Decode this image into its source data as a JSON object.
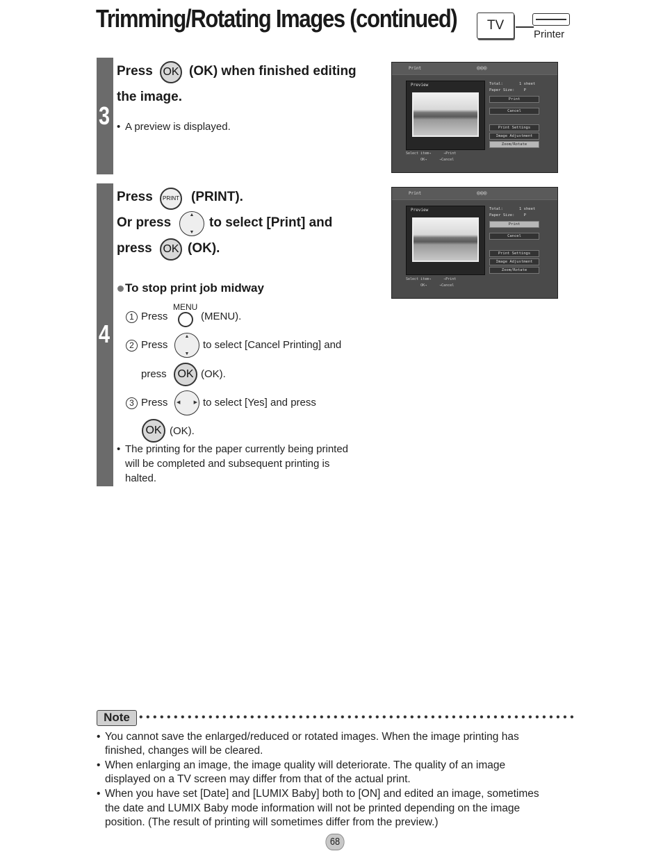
{
  "title": "Trimming/Rotating Images (continued)",
  "header_icons": {
    "tv_label": "TV",
    "printer_label": "Printer",
    "tv_icon": "tv-icon",
    "printer_icon": "printer-icon"
  },
  "step3": {
    "number": "3",
    "line1_press": "Press",
    "ok_button": "OK",
    "line1_rest": "(OK) when finished editing",
    "line2": "the image.",
    "bullet": "A preview is displayed."
  },
  "step4": {
    "number": "4",
    "line1_press": "Press",
    "print_button": "PRINT",
    "line1_rest": "(PRINT).",
    "line2_a": "Or press",
    "line2_b": "to select [Print] and",
    "line3_a": "press",
    "ok_button": "OK",
    "line3_b": "(OK).",
    "subhead": "To stop print job midway",
    "sub1_num": "1",
    "sub1_press": "Press",
    "menu_label": "MENU",
    "sub1_rest": "(MENU).",
    "sub2_num": "2",
    "sub2_press": "Press",
    "sub2_rest": "to select [Cancel Printing] and",
    "sub2_line2_a": "press",
    "sub2_line2_b": "(OK).",
    "sub3_num": "3",
    "sub3_press": "Press",
    "sub3_rest": "to select [Yes] and press",
    "sub3_line2": "(OK).",
    "bullet_l1": "The printing for the paper currently being printed",
    "bullet_l2": "will be completed and subsequent printing is",
    "bullet_l3": "halted."
  },
  "screens": [
    {
      "header": "Print",
      "preview_label": "Preview",
      "total": "Total:       1 sheet",
      "paper": "Paper Size:    P",
      "print": "Print",
      "cancel": "Cancel",
      "settings": "Print Settings",
      "adjust": "Image Adjustment",
      "zoom": "Zoom/Rotate",
      "selected": "zoom",
      "foot1": "Select item→      →Print",
      "foot2": "       OK→      →Cancel"
    },
    {
      "header": "Print",
      "preview_label": "Preview",
      "total": "Total:       1 sheet",
      "paper": "Paper Size:    P",
      "print": "Print",
      "cancel": "Cancel",
      "settings": "Print Settings",
      "adjust": "Image Adjustment",
      "zoom": "Zoom/Rotate",
      "selected": "print",
      "foot1": "Select item→      →Print",
      "foot2": "       OK→      →Cancel"
    }
  ],
  "note": {
    "label": "Note",
    "items": [
      [
        "You cannot save the enlarged/reduced or rotated images. When the image printing has",
        "finished, changes will be cleared."
      ],
      [
        "When enlarging an image, the image quality will deteriorate. The quality of an image",
        "displayed on a TV screen may differ from that of the actual print."
      ],
      [
        "When you have set [Date] and [LUMIX Baby] both to [ON] and edited an image, sometimes",
        "the date and LUMIX Baby mode information will not be printed depending on the image",
        "position. (The result of printing will sometimes differ from the preview.)"
      ]
    ]
  },
  "page_number": "68"
}
